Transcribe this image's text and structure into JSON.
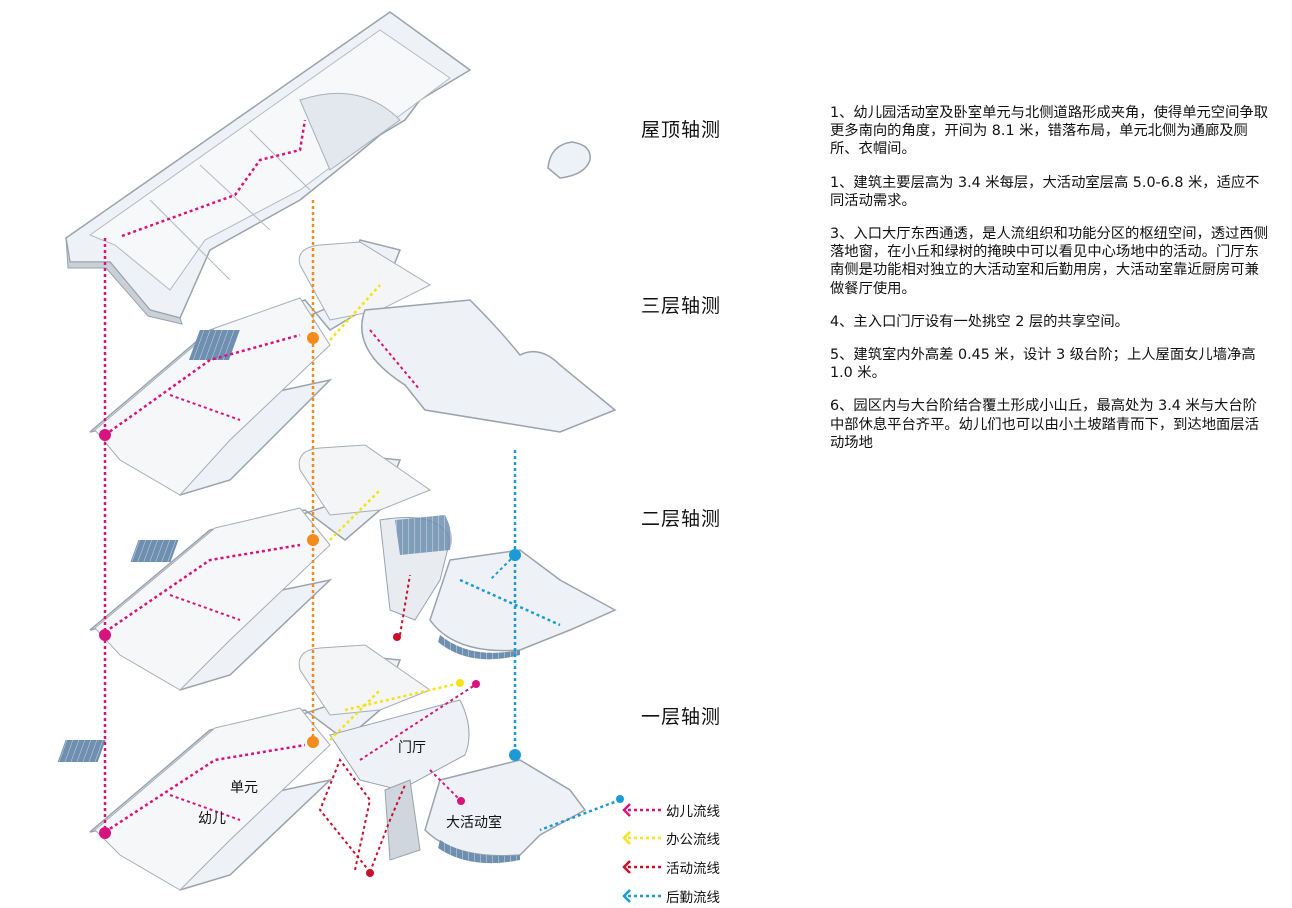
{
  "floors": {
    "roof": "屋顶轴测",
    "third": "三层轴测",
    "second": "二层轴测",
    "first": "一层轴测"
  },
  "labels": {
    "lobby": "门厅",
    "unit": "单元",
    "child": "幼儿",
    "hall": "大活动室"
  },
  "legend": [
    {
      "label": "幼儿流线",
      "color": "#d6147e"
    },
    {
      "label": "办公流线",
      "color": "#f5e21a"
    },
    {
      "label": "活动流线",
      "color": "#c8102e"
    },
    {
      "label": "后勤流线",
      "color": "#1c9ad6"
    }
  ],
  "notes": [
    "1、幼儿园活动室及卧室单元与北侧道路形成夹角，使得单元空间争取更多南向的角度，开间为 8.1 米，错落布局，单元北侧为通廊及厕所、衣帽间。",
    "1、建筑主要层高为 3.4 米每层，大活动室层高 5.0-6.8 米，适应不同活动需求。",
    "3、入口大厅东西通透，是人流组织和功能分区的枢纽空间，透过西侧落地窗，在小丘和绿树的掩映中可以看见中心场地中的活动。门厅东南侧是功能相对独立的大活动室和后勤用房，大活动室靠近厨房可兼做餐厅使用。",
    "4、主入口门厅设有一处挑空 2 层的共享空间。",
    "5、建筑室内外高差 0.45 米，设计 3 级台阶；上人屋面女儿墙净高 1.0 米。",
    "6、园区内与大台阶结合覆土形成小山丘，最高处为 3.4 米与大台阶中部休息平台齐平。幼儿们也可以由小土坡踏青而下，到达地面层活动场地"
  ]
}
